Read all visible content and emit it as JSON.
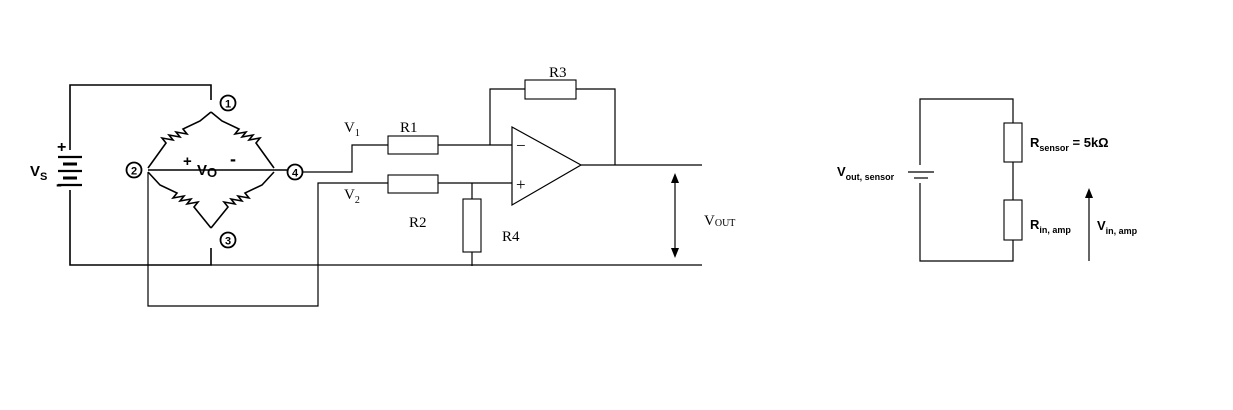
{
  "bridge": {
    "source": {
      "main": "V",
      "sub": "S"
    },
    "plus": "+",
    "minus": "-",
    "nodes": [
      "1",
      "2",
      "3",
      "4"
    ],
    "vo": {
      "plus": "+",
      "main": "V",
      "sub": "O",
      "minus": "-"
    }
  },
  "amplifier": {
    "v1": {
      "main": "V",
      "sub": "1"
    },
    "v2": {
      "main": "V",
      "sub": "2"
    },
    "r1": "R1",
    "r2": "R2",
    "r3": "R3",
    "r4": "R4",
    "opamp_minus": "−",
    "opamp_plus": "+",
    "vout": {
      "main": "V",
      "sub": "OUT"
    }
  },
  "equivalent": {
    "source": {
      "main": "V",
      "sub": "out, sensor"
    },
    "r_sensor": {
      "main": "R",
      "sub": "sensor",
      "value": " = 5kΩ"
    },
    "r_in": {
      "main": "R",
      "sub": "in, amp"
    },
    "v_in": {
      "main": "V",
      "sub": "in, amp"
    }
  }
}
